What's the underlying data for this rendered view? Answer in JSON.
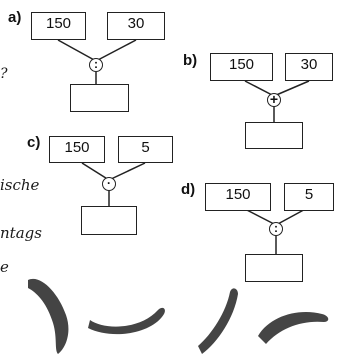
{
  "problems": [
    {
      "label": "a)",
      "left": "150",
      "right": "30",
      "operator": ":",
      "answer": ""
    },
    {
      "label": "b)",
      "left": "150",
      "right": "30",
      "operator": "+",
      "answer": ""
    },
    {
      "label": "c)",
      "left": "150",
      "right": "5",
      "operator": "·",
      "answer": ""
    },
    {
      "label": "d)",
      "left": "150",
      "right": "5",
      "operator": ":",
      "answer": ""
    }
  ],
  "margin_text": {
    "mark": "?",
    "line1": "ische",
    "line2": "ntags",
    "line3": "e"
  }
}
